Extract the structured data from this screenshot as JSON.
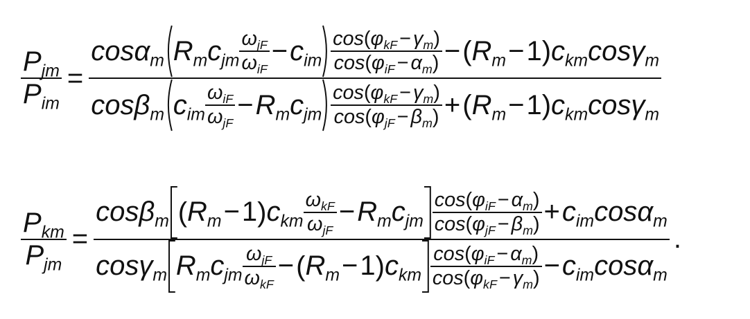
{
  "equations": [
    {
      "lhs": {
        "f": [
          [
            {
              "b": "P",
              "s": "jm"
            }
          ],
          [
            {
              "b": "P",
              "s": "im"
            }
          ]
        ]
      },
      "relation": "=",
      "rhs": {
        "f": [
          [
            "cos ",
            {
              "b": "α",
              "s": "m"
            },
            {
              "p": [
                {
                  "b": "R",
                  "s": "m"
                },
                {
                  "b": "c",
                  "s": "jm"
                },
                {
                  "f": [
                    [
                      {
                        "b": "ω",
                        "s": "jF"
                      }
                    ],
                    [
                      {
                        "b": "ω",
                        "s": "iF"
                      }
                    ]
                  ]
                },
                {
                  "op": "−"
                },
                {
                  "b": "c",
                  "s": "im"
                }
              ]
            },
            {
              "f": [
                [
                  "cos ",
                  {
                    "p": [
                      {
                        "b": "φ",
                        "s": "kF"
                      },
                      {
                        "op": "−"
                      },
                      {
                        "b": "γ",
                        "s": "m"
                      }
                    ]
                  }
                ],
                [
                  "cos ",
                  {
                    "p": [
                      {
                        "b": "φ",
                        "s": "iF"
                      },
                      {
                        "op": "−"
                      },
                      {
                        "b": "α",
                        "s": "m"
                      }
                    ]
                  }
                ]
              ]
            },
            {
              "op": "−"
            },
            {
              "p": [
                {
                  "b": "R",
                  "s": "m"
                },
                {
                  "op": "−"
                },
                {
                  "n": "1"
                }
              ]
            },
            {
              "b": "c",
              "s": "km"
            },
            "cos ",
            {
              "b": "γ",
              "s": "m"
            }
          ],
          [
            "cos ",
            {
              "b": "β",
              "s": "m"
            },
            {
              "p": [
                {
                  "b": "c",
                  "s": "im"
                },
                {
                  "f": [
                    [
                      {
                        "b": "ω",
                        "s": "iF"
                      }
                    ],
                    [
                      {
                        "b": "ω",
                        "s": "jF"
                      }
                    ]
                  ]
                },
                {
                  "op": "−"
                },
                {
                  "b": "R",
                  "s": "m"
                },
                {
                  "b": "c",
                  "s": "jm"
                }
              ]
            },
            {
              "f": [
                [
                  "cos ",
                  {
                    "p": [
                      {
                        "b": "φ",
                        "s": "kF"
                      },
                      {
                        "op": "−"
                      },
                      {
                        "b": "γ",
                        "s": "m"
                      }
                    ]
                  }
                ],
                [
                  "cos ",
                  {
                    "p": [
                      {
                        "b": "φ",
                        "s": "jF"
                      },
                      {
                        "op": "−"
                      },
                      {
                        "b": "β",
                        "s": "m"
                      }
                    ]
                  }
                ]
              ]
            },
            {
              "op": "+"
            },
            {
              "p": [
                {
                  "b": "R",
                  "s": "m"
                },
                {
                  "op": "−"
                },
                {
                  "n": "1"
                }
              ]
            },
            {
              "b": "c",
              "s": "km"
            },
            "cos ",
            {
              "b": "γ",
              "s": "m"
            }
          ]
        ]
      },
      "tail": ""
    },
    {
      "lhs": {
        "f": [
          [
            {
              "b": "P",
              "s": "km"
            }
          ],
          [
            {
              "b": "P",
              "s": "jm"
            }
          ]
        ]
      },
      "relation": "=",
      "rhs": {
        "f": [
          [
            "cos ",
            {
              "b": "β",
              "s": "m"
            },
            {
              "p": [
                {
                  "p": [
                    {
                      "b": "R",
                      "s": "m"
                    },
                    {
                      "op": "−"
                    },
                    {
                      "n": "1"
                    }
                  ]
                },
                {
                  "b": "c",
                  "s": "km"
                },
                {
                  "f": [
                    [
                      {
                        "b": "ω",
                        "s": "kF"
                      }
                    ],
                    [
                      {
                        "b": "ω",
                        "s": "jF"
                      }
                    ]
                  ]
                },
                {
                  "op": "−"
                },
                {
                  "b": "R",
                  "s": "m"
                },
                {
                  "b": "c",
                  "s": "jm"
                }
              ],
              "o": "[",
              "c": "]"
            },
            {
              "f": [
                [
                  "cos ",
                  {
                    "p": [
                      {
                        "b": "φ",
                        "s": "iF"
                      },
                      {
                        "op": "−"
                      },
                      {
                        "b": "α",
                        "s": "m"
                      }
                    ]
                  }
                ],
                [
                  "cos ",
                  {
                    "p": [
                      {
                        "b": "φ",
                        "s": "jF"
                      },
                      {
                        "op": "−"
                      },
                      {
                        "b": "β",
                        "s": "m"
                      }
                    ]
                  }
                ]
              ]
            },
            {
              "op": "+"
            },
            {
              "b": "c",
              "s": "im"
            },
            "cos ",
            {
              "b": "α",
              "s": "m"
            }
          ],
          [
            "cos ",
            {
              "b": "γ",
              "s": "m"
            },
            {
              "p": [
                {
                  "b": "R",
                  "s": "m"
                },
                {
                  "b": "c",
                  "s": "jm"
                },
                {
                  "f": [
                    [
                      {
                        "b": "ω",
                        "s": "jF"
                      }
                    ],
                    [
                      {
                        "b": "ω",
                        "s": "kF"
                      }
                    ]
                  ]
                },
                {
                  "op": "−"
                },
                {
                  "p": [
                    {
                      "b": "R",
                      "s": "m"
                    },
                    {
                      "op": "−"
                    },
                    {
                      "n": "1"
                    }
                  ]
                },
                {
                  "b": "c",
                  "s": "km"
                }
              ],
              "o": "[",
              "c": "]"
            },
            {
              "f": [
                [
                  "cos ",
                  {
                    "p": [
                      {
                        "b": "φ",
                        "s": "iF"
                      },
                      {
                        "op": "−"
                      },
                      {
                        "b": "α",
                        "s": "m"
                      }
                    ]
                  }
                ],
                [
                  "cos ",
                  {
                    "p": [
                      {
                        "b": "φ",
                        "s": "kF"
                      },
                      {
                        "op": "−"
                      },
                      {
                        "b": "γ",
                        "s": "m"
                      }
                    ]
                  }
                ]
              ]
            },
            {
              "op": "−"
            },
            {
              "b": "c",
              "s": "im"
            },
            "cos ",
            {
              "b": "α",
              "s": "m"
            }
          ]
        ]
      },
      "tail": "."
    }
  ]
}
